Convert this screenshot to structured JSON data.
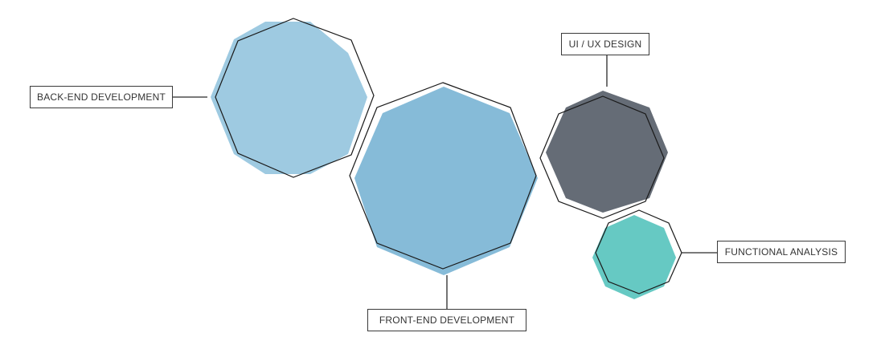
{
  "diagram": {
    "labels": {
      "backend": "BACK-END DEVELOPMENT",
      "frontend": "FRONT-END DEVELOPMENT",
      "uiux": "UI / UX DESIGN",
      "functional": "FUNCTIONAL ANALYSIS"
    },
    "colors": {
      "backend_fill": "#9ecae1",
      "frontend_fill": "#86bbd8",
      "uiux_fill": "#656c76",
      "functional_fill": "#66c9c3",
      "outline": "#1a1a1a",
      "connector": "#2a2a2a"
    }
  }
}
